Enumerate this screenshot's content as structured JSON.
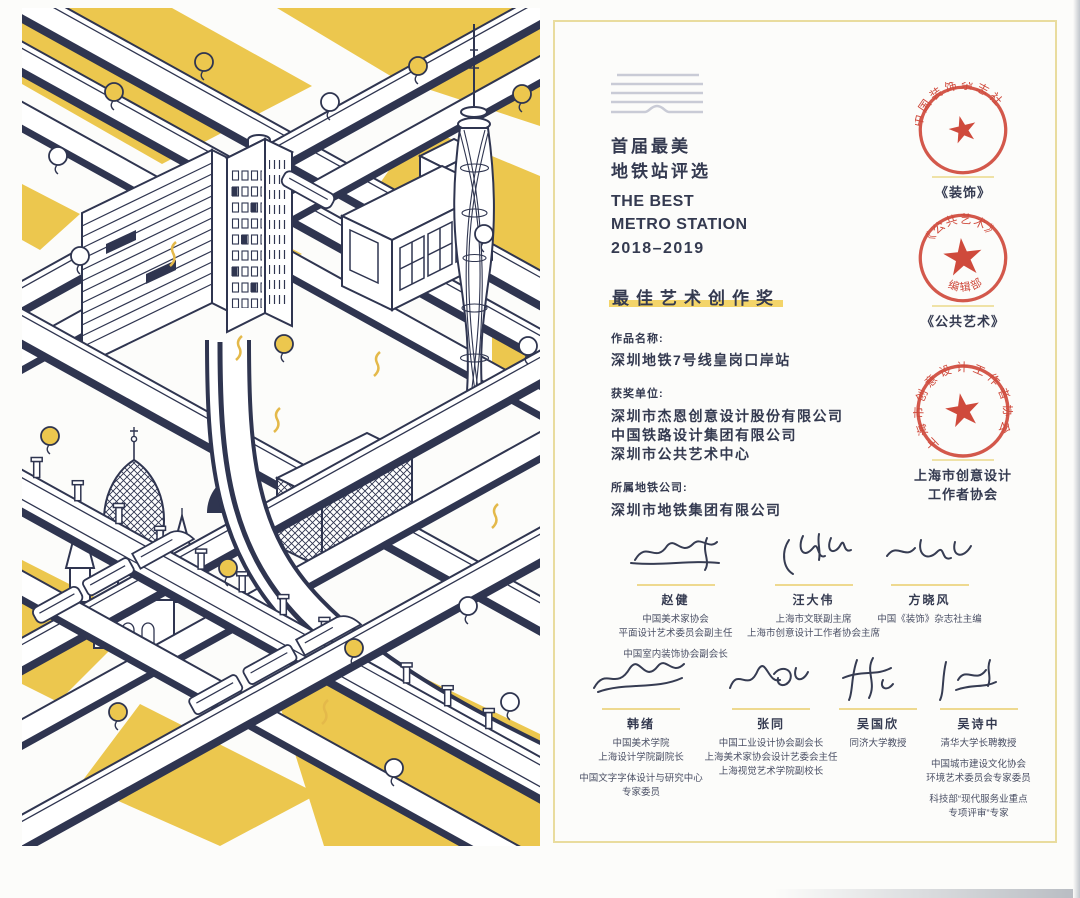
{
  "colors": {
    "accent_yellow": "#ecc74e",
    "highlight_yellow": "#f3d469",
    "frame_yellow": "#e9dc9e",
    "line_navy": "#2f3550",
    "text_navy": "#343a50",
    "seal_red": "#cf4a3c",
    "logo_gray": "#c9cbd6"
  },
  "certificate": {
    "title_cn": [
      "首届最美",
      "地铁站评选"
    ],
    "title_en": [
      "THE BEST",
      "METRO STATION"
    ],
    "years": "2018–2019",
    "award": "最佳艺术创作奖",
    "fields": [
      {
        "label": "作品名称:",
        "lines": [
          "深圳地铁7号线皇岗口岸站"
        ]
      },
      {
        "label": "获奖单位:",
        "lines": [
          "深圳市杰恩创意设计股份有限公司",
          "中国铁路设计集团有限公司",
          "深圳市公共艺术中心"
        ]
      },
      {
        "label": "所属地铁公司:",
        "lines": [
          "深圳市地铁集团有限公司"
        ]
      }
    ],
    "seals": [
      {
        "ring": "中国装饰杂志社",
        "caption": [
          "《装饰》"
        ]
      },
      {
        "ring": "《公共艺术》",
        "ring_bottom": "编辑部",
        "caption": [
          "《公共艺术》"
        ]
      },
      {
        "ring": "上海市创意设计工作者协会",
        "caption": [
          "上海市创意设计",
          "工作者协会"
        ]
      }
    ],
    "signatories": [
      [
        {
          "name": "赵健",
          "groups": [
            [
              "中国美术家协会",
              "平面设计艺术委员会副主任"
            ],
            [
              "中国室内装饰协会副会长"
            ]
          ]
        },
        {
          "name": "汪大伟",
          "groups": [
            [
              "上海市文联副主席",
              "上海市创意设计工作者协会主席"
            ]
          ]
        },
        {
          "name": "方晓风",
          "groups": [
            [
              "中国《装饰》杂志社主编"
            ]
          ]
        }
      ],
      [
        {
          "name": "韩绪",
          "groups": [
            [
              "中国美术学院",
              "上海设计学院副院长"
            ],
            [
              "中国文字字体设计与研究中心",
              "专家委员"
            ]
          ]
        },
        {
          "name": "张同",
          "groups": [
            [
              "中国工业设计协会副会长",
              "上海美术家协会设计艺委会主任",
              "上海视觉艺术学院副校长"
            ]
          ]
        },
        {
          "name": "吴国欣",
          "groups": [
            [
              "同济大学教授"
            ]
          ]
        },
        {
          "name": "吴诗中",
          "groups": [
            [
              "清华大学长聘教授"
            ],
            [
              "中国城市建设文化协会",
              "环境艺术委员会专家委员"
            ],
            [
              "科技部“现代服务业重点",
              "专项评审”专家"
            ]
          ]
        }
      ]
    ]
  }
}
